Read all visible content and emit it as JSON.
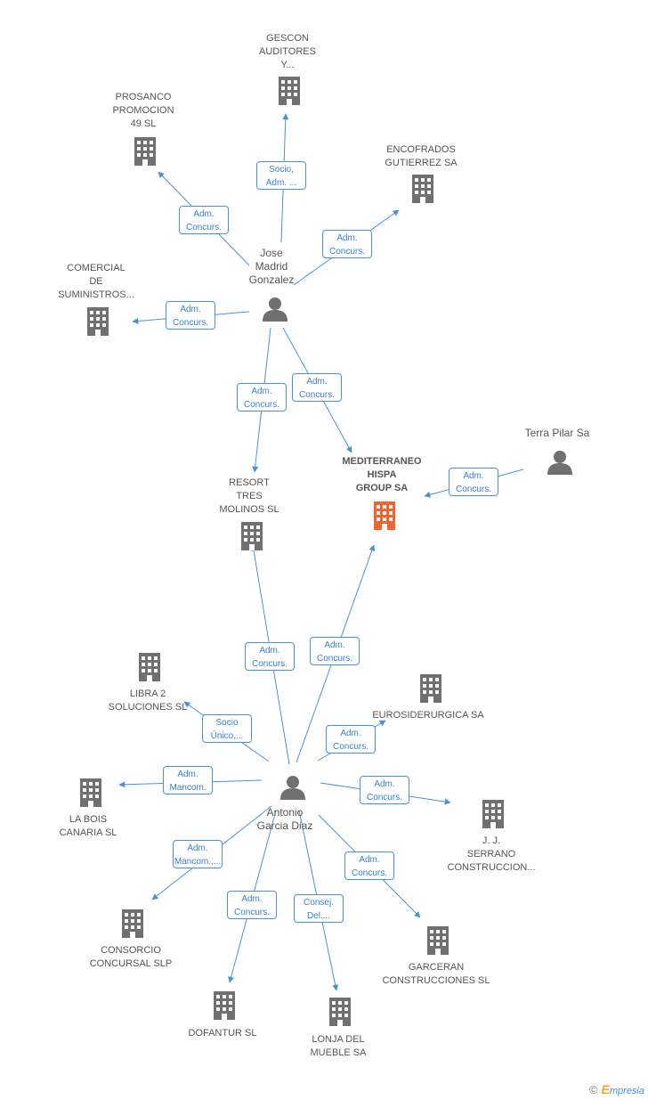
{
  "nodes": {
    "gescon": {
      "label": "GESCON\nAUDITORES\nY...",
      "type": "company"
    },
    "prosanco": {
      "label": "PROSANCO\nPROMOCION\n49 SL",
      "type": "company"
    },
    "encofrados": {
      "label": "ENCOFRADOS\nGUTIERREZ SA",
      "type": "company"
    },
    "comercial": {
      "label": "COMERCIAL\nDE\nSUMINISTROS...",
      "type": "company"
    },
    "jose": {
      "label": "Jose\nMadrid\nGonzalez",
      "type": "person"
    },
    "terra": {
      "label": "Terra Pilar Sa",
      "type": "person"
    },
    "mediterraneo": {
      "label": "MEDITERRANEO\nHISPA\nGROUP SA",
      "type": "main-company"
    },
    "resort": {
      "label": "RESORT\nTRES\nMOLINOS SL",
      "type": "company"
    },
    "libra": {
      "label": "LIBRA 2\nSOLUCIONES SL",
      "type": "company"
    },
    "eurosiderurgica": {
      "label": "EUROSIDERURGICA SA",
      "type": "company"
    },
    "antonio": {
      "label": "Antonio\nGarcia Diaz",
      "type": "person"
    },
    "labois": {
      "label": "LA BOIS\nCANARIA SL",
      "type": "company"
    },
    "jj": {
      "label": "J. J.\nSERRANO\nCONSTRUCCION...",
      "type": "company"
    },
    "consorcio": {
      "label": "CONSORCIO\nCONCURSAL SLP",
      "type": "company"
    },
    "garceran": {
      "label": "GARCERAN\nCONSTRUCCIONES SL",
      "type": "company"
    },
    "dofantur": {
      "label": "DOFANTUR SL",
      "type": "company"
    },
    "lonja": {
      "label": "LONJA DEL\nMUEBLE SA",
      "type": "company"
    }
  },
  "edges": [
    {
      "from": "jose",
      "to": "gescon",
      "label": "Socio,\nAdm. ..."
    },
    {
      "from": "jose",
      "to": "prosanco",
      "label": "Adm.\nConcurs."
    },
    {
      "from": "jose",
      "to": "encofrados",
      "label": "Adm.\nConcurs."
    },
    {
      "from": "jose",
      "to": "comercial",
      "label": "Adm.\nConcurs."
    },
    {
      "from": "jose",
      "to": "resort",
      "label": "Adm.\nConcurs."
    },
    {
      "from": "jose",
      "to": "mediterraneo",
      "label": "Adm.\nConcurs."
    },
    {
      "from": "terra",
      "to": "mediterraneo",
      "label": "Adm.\nConcurs."
    },
    {
      "from": "antonio",
      "to": "resort",
      "label": "Adm.\nConcurs."
    },
    {
      "from": "antonio",
      "to": "mediterraneo",
      "label": "Adm.\nConcurs."
    },
    {
      "from": "antonio",
      "to": "libra",
      "label": "Socio\nÚnico,..."
    },
    {
      "from": "antonio",
      "to": "eurosiderurgica",
      "label": "Adm.\nConcurs."
    },
    {
      "from": "antonio",
      "to": "labois",
      "label": "Adm.\nMancom."
    },
    {
      "from": "antonio",
      "to": "jj",
      "label": "Adm.\nConcurs."
    },
    {
      "from": "antonio",
      "to": "consorcio",
      "label": "Adm.\nMancom.,..."
    },
    {
      "from": "antonio",
      "to": "garceran",
      "label": "Adm.\nConcurs."
    },
    {
      "from": "antonio",
      "to": "dofantur",
      "label": "Adm.\nConcurs."
    },
    {
      "from": "antonio",
      "to": "lonja",
      "label": "Consej.\nDel...."
    }
  ],
  "colors": {
    "edge": "#4a90d9",
    "node_icon": "#707070",
    "main_icon": "#f26533"
  },
  "footer": {
    "copyright_symbol": "©",
    "brand_initial": "E",
    "brand_rest": "mpresia"
  }
}
